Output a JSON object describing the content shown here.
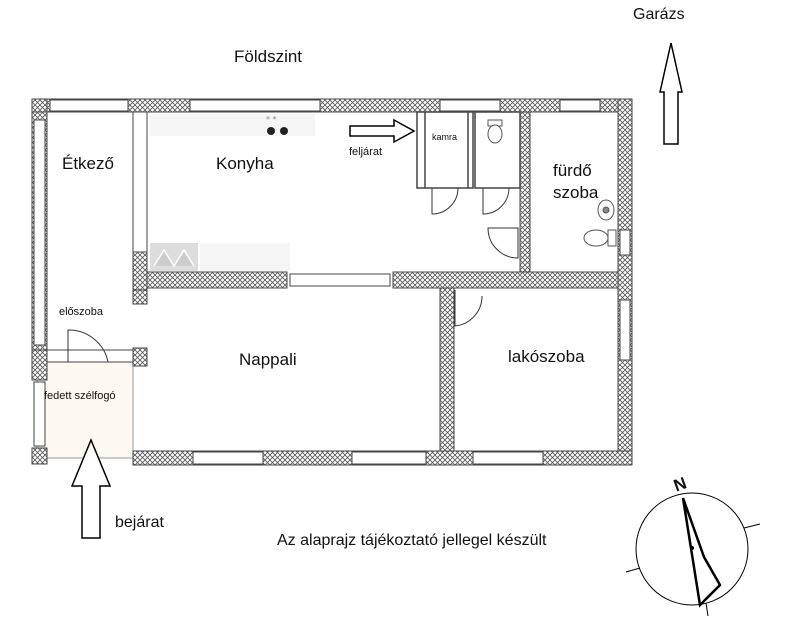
{
  "plan": {
    "title": "Földszint",
    "north_letter": "N",
    "disclaimer": "Az alaprajz tájékoztató jellegel készült",
    "arrows": {
      "garage": "Garázs",
      "entrance": "bejárat",
      "stairs": "feljárat"
    },
    "rooms": {
      "dining": "Étkező",
      "kitchen": "Konyha",
      "pantry": "kamra",
      "bathroom_line1": "fürdő",
      "bathroom_line2": "szoba",
      "hall": "előszoba",
      "living": "Nappali",
      "bedroom": "lakószoba",
      "porch": "fedett szélfogó"
    }
  }
}
